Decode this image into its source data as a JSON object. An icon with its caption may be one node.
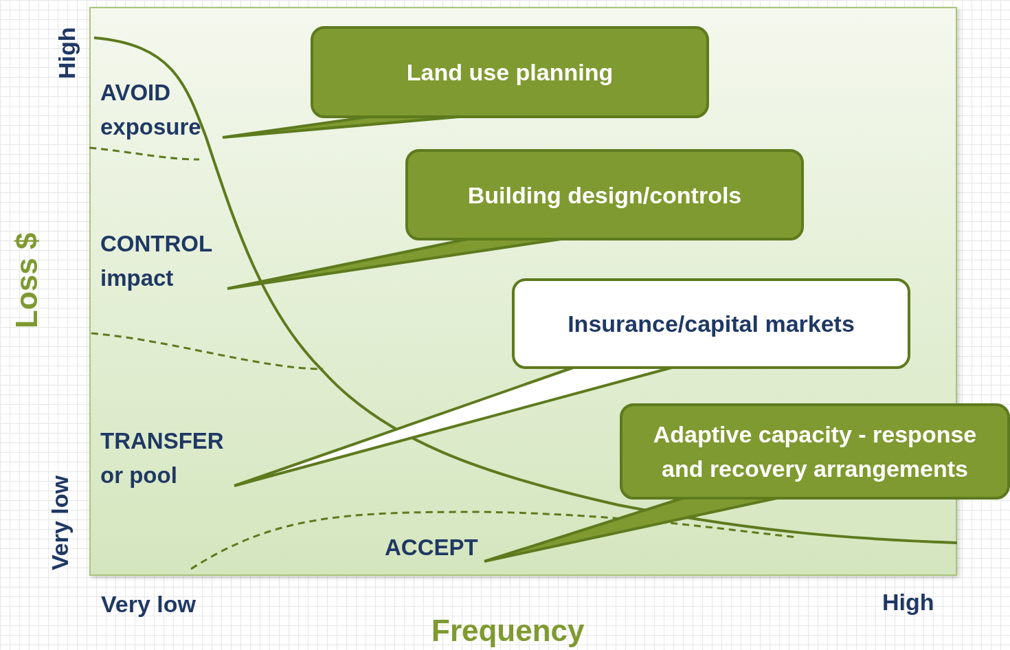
{
  "diagram": {
    "nodes": [
      {
        "text": [
          "Land use planning"
        ]
      },
      {
        "text": [
          "AVOID exposure"
        ]
      },
      {
        "text": [
          "Building design/controls"
        ]
      },
      {
        "text": [
          "CONTROL impact"
        ]
      },
      {
        "text": [
          "Insurance/capital markets"
        ]
      },
      {
        "text": [
          "Adaptive capacity - response and recovery arrangements"
        ]
      },
      {
        "text": [
          "TRANSFER or pool"
        ]
      },
      {
        "text": [
          "ACCEPT"
        ]
      }
    ],
    "edges": [
      {
        "from": 0,
        "to": 1,
        "arrow": "none"
      },
      {
        "from": 2,
        "to": 3,
        "arrow": "none"
      },
      {
        "from": 4,
        "to": 6,
        "arrow": "none"
      },
      {
        "from": 5,
        "to": 7,
        "arrow": "none"
      }
    ],
    "labels": [
      "High",
      "Very low",
      "Loss $",
      "Very low",
      "High",
      "Frequency"
    ]
  }
}
